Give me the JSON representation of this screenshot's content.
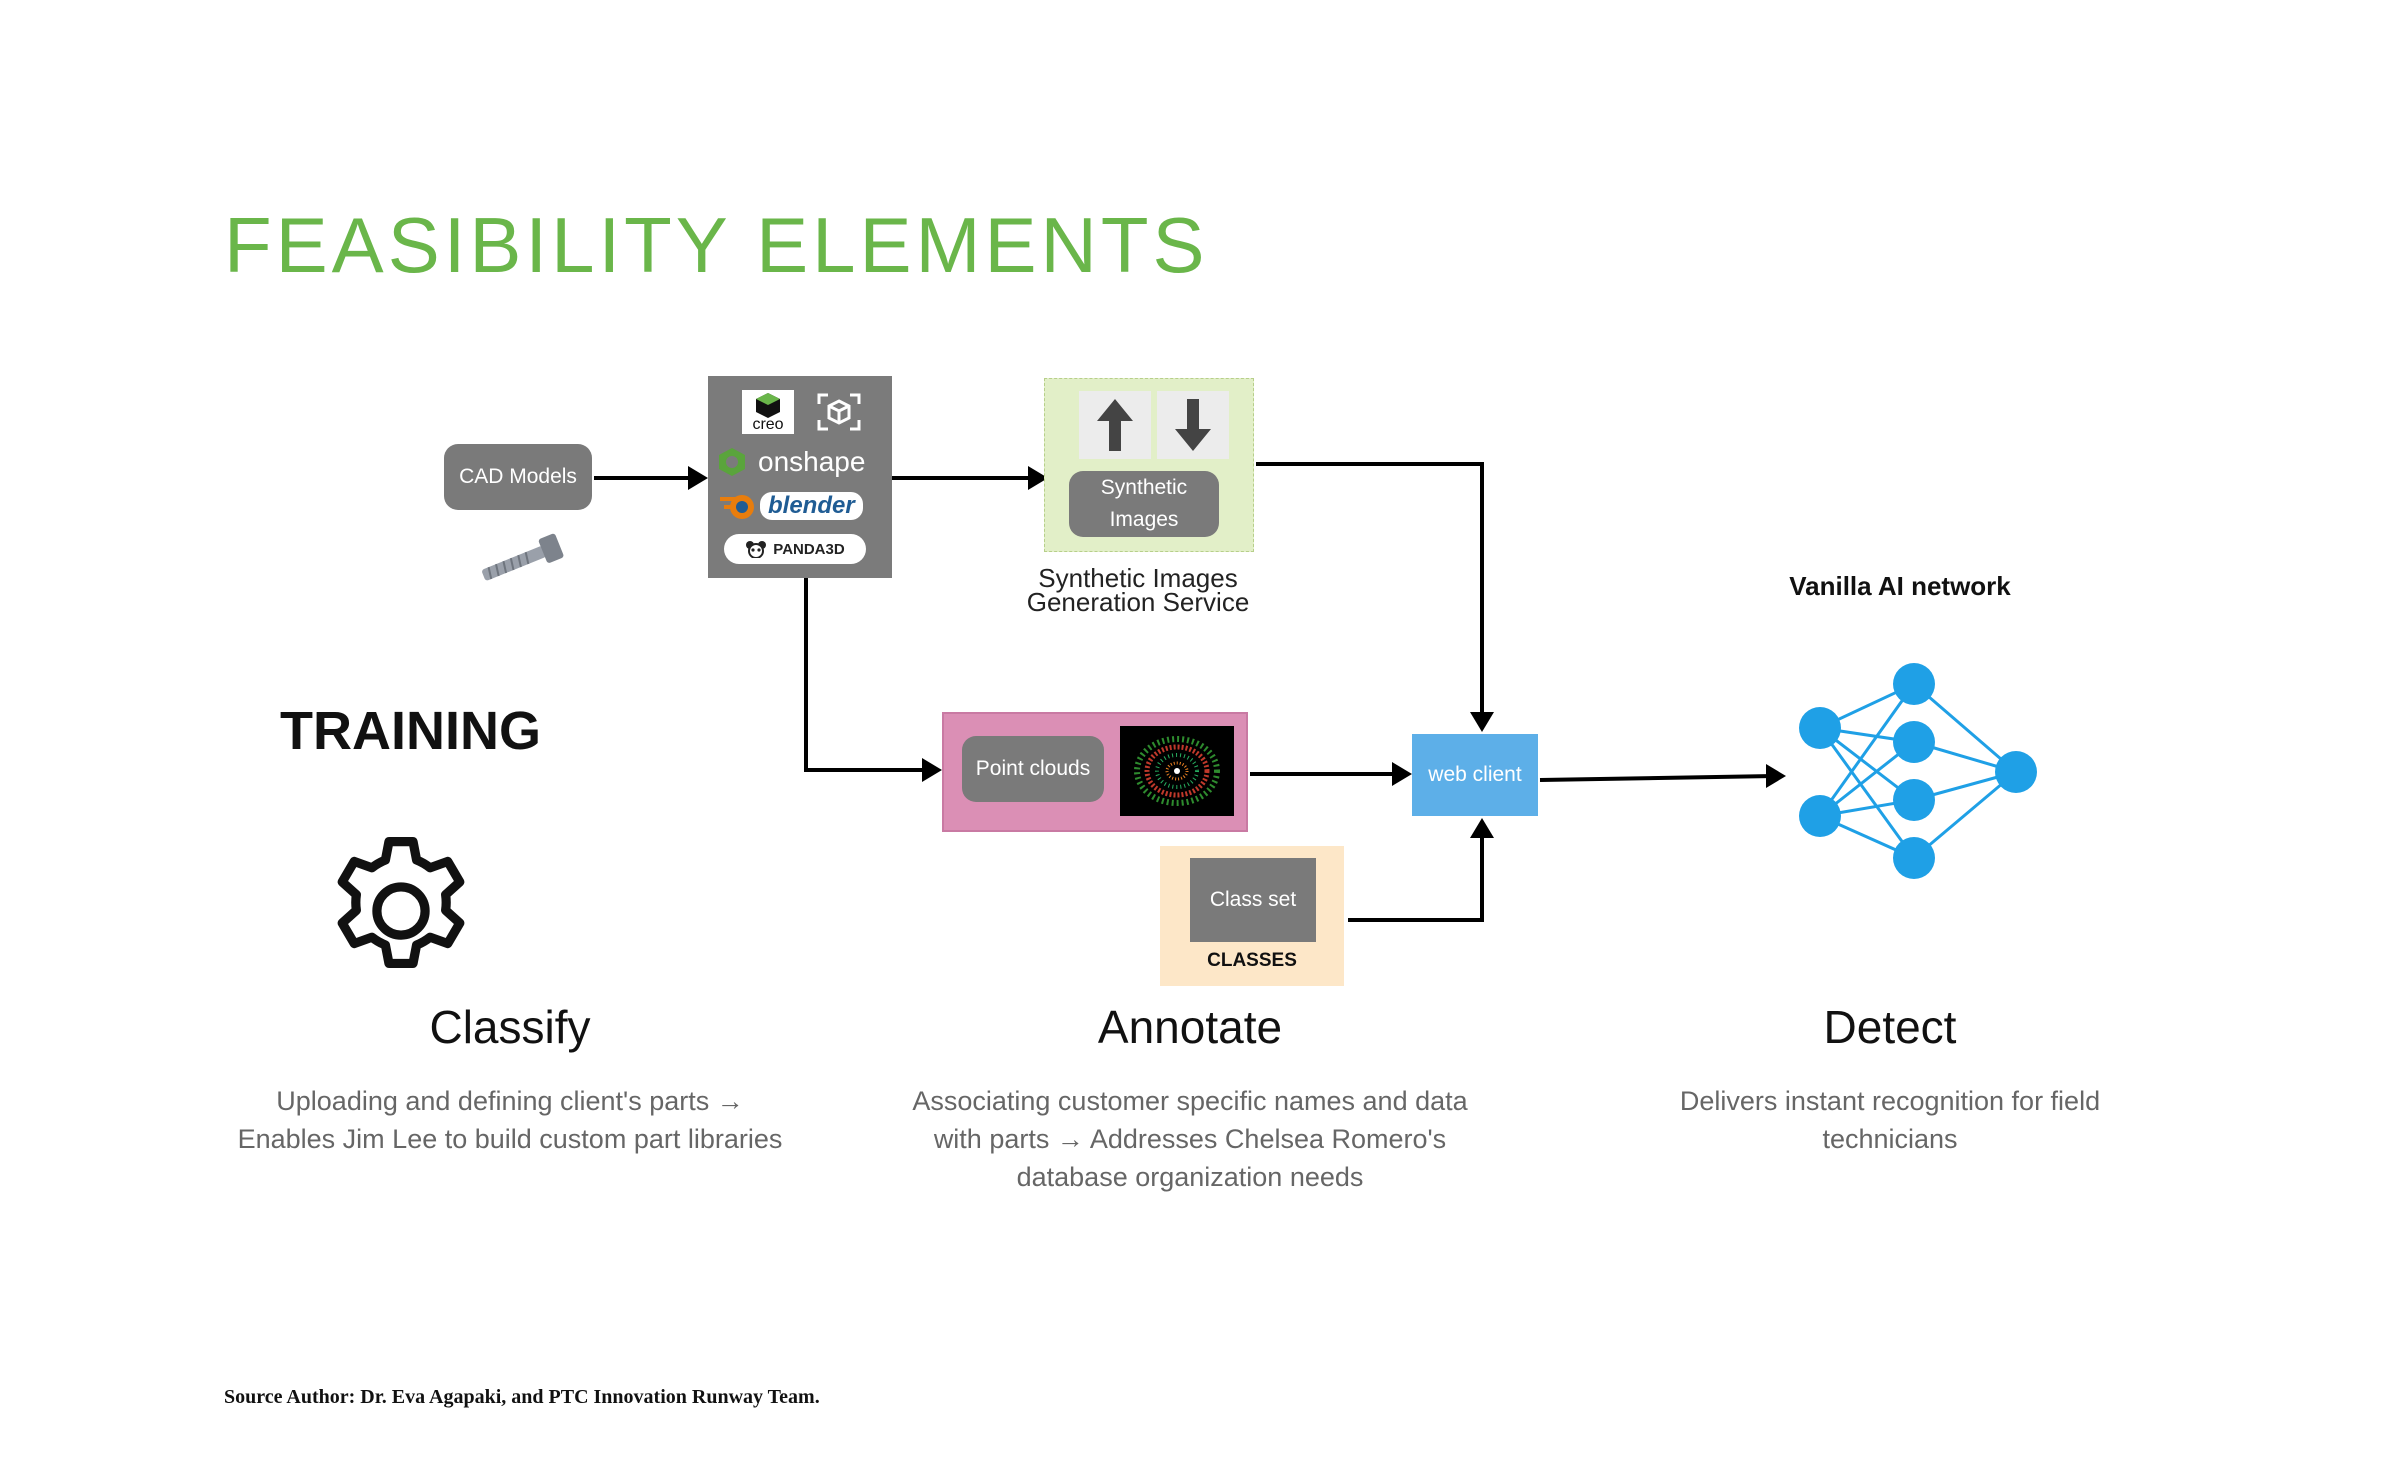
{
  "title": "FEASIBILITY ELEMENTS",
  "section_label": "TRAINING",
  "nodes": {
    "cad_models": "CAD Models",
    "tools": {
      "creo": "creo",
      "onshape": "onshape",
      "blender": "blender",
      "panda3d": "PANDA3D"
    },
    "synthetic_images": "Synthetic Images",
    "synthetic_service": "Synthetic Images Generation Service",
    "point_clouds": "Point clouds",
    "class_set": "Class set",
    "classes": "CLASSES",
    "web_client": "web client",
    "vanilla_ai": "Vanilla AI network"
  },
  "columns": [
    {
      "heading": "Classify",
      "description": "Uploading and defining client's parts → Enables Jim Lee to build custom part libraries"
    },
    {
      "heading": "Annotate",
      "description": "Associating customer specific names and data with parts → Addresses Chelsea Romero's database organization needs"
    },
    {
      "heading": "Detect",
      "description": "Delivers instant recognition for field technicians"
    }
  ],
  "source": "Source Author: Dr. Eva Agapaki, and PTC Innovation Runway Team.",
  "colors": {
    "title": "#6ab64a",
    "network": "#1fa0e6",
    "web_client": "#5dafe8",
    "synthetic_box": "#e2efc8",
    "point_cloud_box": "#db8fb5",
    "class_box": "#fde7c8",
    "pill": "#7a7a7a"
  }
}
